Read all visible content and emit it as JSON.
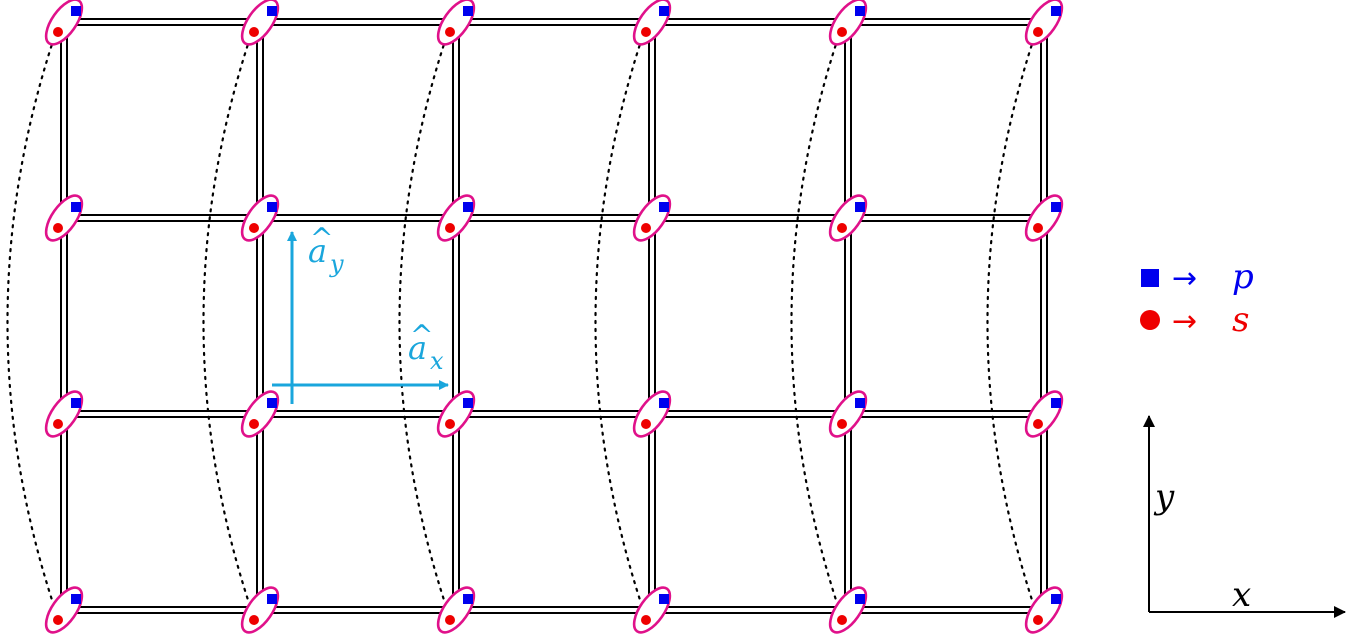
{
  "lattice": {
    "columns": 6,
    "rows": 4,
    "site_orbitals": [
      "p",
      "s"
    ]
  },
  "lattice_vectors": {
    "a_x": {
      "hat": "^",
      "base": "a",
      "sub": "x"
    },
    "a_y": {
      "hat": "^",
      "base": "a",
      "sub": "y"
    }
  },
  "legend": {
    "p": {
      "arrow": "→",
      "symbol": "p",
      "marker": "square"
    },
    "s": {
      "arrow": "→",
      "symbol": "s",
      "marker": "circle"
    }
  },
  "axes": {
    "x_label": "x",
    "y_label": "y"
  },
  "colors": {
    "p_orbital": "#0000ee",
    "s_orbital": "#ee0000",
    "site_ring": "#e0118a",
    "lattice_vector": "#1aa6dc",
    "bond": "#000000"
  }
}
